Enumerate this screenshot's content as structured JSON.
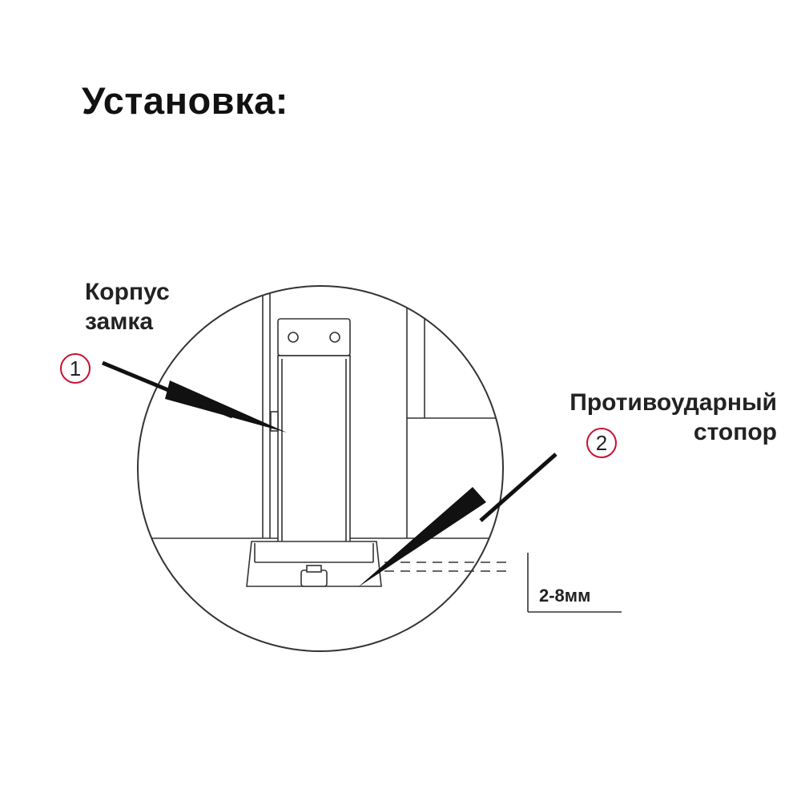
{
  "title": "Установка:",
  "callouts": [
    {
      "number": "1",
      "label_line1": "Корпус",
      "label_line2": "замка"
    },
    {
      "number": "2",
      "label_line1": "Противоударный",
      "label_line2": "стопор"
    }
  ],
  "dimension": "2-8мм",
  "colors": {
    "outline": "#222222",
    "badge_ring": "#c8102e",
    "text": "#222222"
  }
}
